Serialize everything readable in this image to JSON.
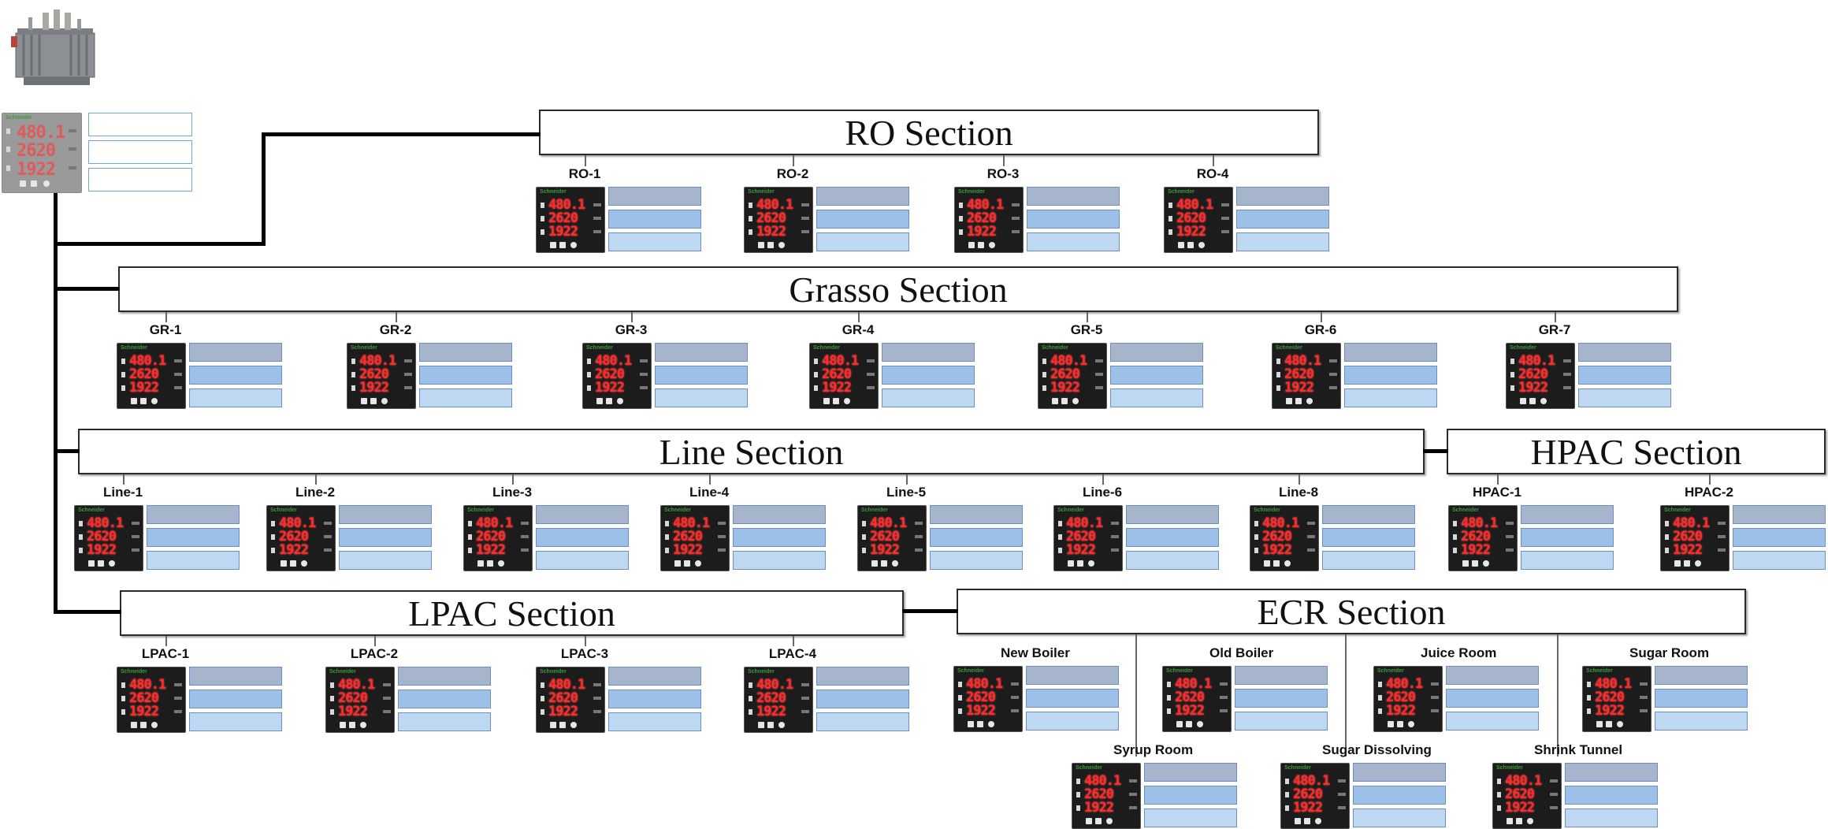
{
  "sections": {
    "ro": {
      "title": "RO Section"
    },
    "grasso": {
      "title": "Grasso Section"
    },
    "line": {
      "title": "Line Section"
    },
    "hpac": {
      "title": "HPAC Section"
    },
    "lpac": {
      "title": "LPAC Section"
    },
    "ecr": {
      "title": "ECR Section"
    }
  },
  "meter_display": {
    "brand": "Schneider",
    "line1": "480.1",
    "line2": "2620",
    "line3": "1922"
  },
  "units": {
    "ro": [
      "RO-1",
      "RO-2",
      "RO-3",
      "RO-4"
    ],
    "grasso": [
      "GR-1",
      "GR-2",
      "GR-3",
      "GR-4",
      "GR-5",
      "GR-6",
      "GR-7"
    ],
    "line": [
      "Line-1",
      "Line-2",
      "Line-3",
      "Line-4",
      "Line-5",
      "Line-6",
      "Line-8"
    ],
    "hpac": [
      "HPAC-1",
      "HPAC-2"
    ],
    "lpac": [
      "LPAC-1",
      "LPAC-2",
      "LPAC-3",
      "LPAC-4"
    ],
    "ecr_top": [
      "New Boiler",
      "Old Boiler",
      "Juice Room",
      "Sugar Room"
    ],
    "ecr_bottom": [
      "Syrup Room",
      "Sugar Dissolving",
      "Shrink Tunnel"
    ]
  },
  "colors": {
    "bus": "#000000",
    "row_top": "#a7b5cc",
    "row_mid": "#9dc0e8",
    "row_bottom": "#bfd8f1",
    "digits": "#ff2a2a"
  }
}
